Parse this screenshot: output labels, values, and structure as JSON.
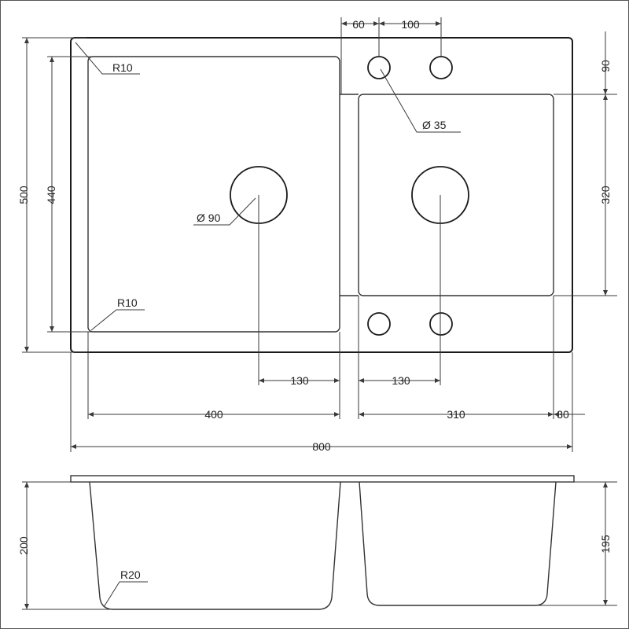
{
  "top_view": {
    "dims": {
      "overall_width": "800",
      "overall_height": "500",
      "left_bowl_width": "400",
      "left_bowl_height": "440",
      "right_bowl_width": "310",
      "right_margin": "30",
      "right_bowl_height": "320",
      "tap_offset": "90",
      "hole_spacing_a": "60",
      "hole_spacing_b": "100",
      "left_drain_offset": "130",
      "right_drain_offset": "130"
    },
    "callouts": {
      "radius_top": "R10",
      "radius_bottom": "R10",
      "drain_diameter": "Ø 90",
      "hole_diameter": "Ø 35"
    }
  },
  "side_view": {
    "dims": {
      "left_depth": "200",
      "right_depth": "195"
    },
    "callouts": {
      "bottom_radius": "R20"
    }
  }
}
